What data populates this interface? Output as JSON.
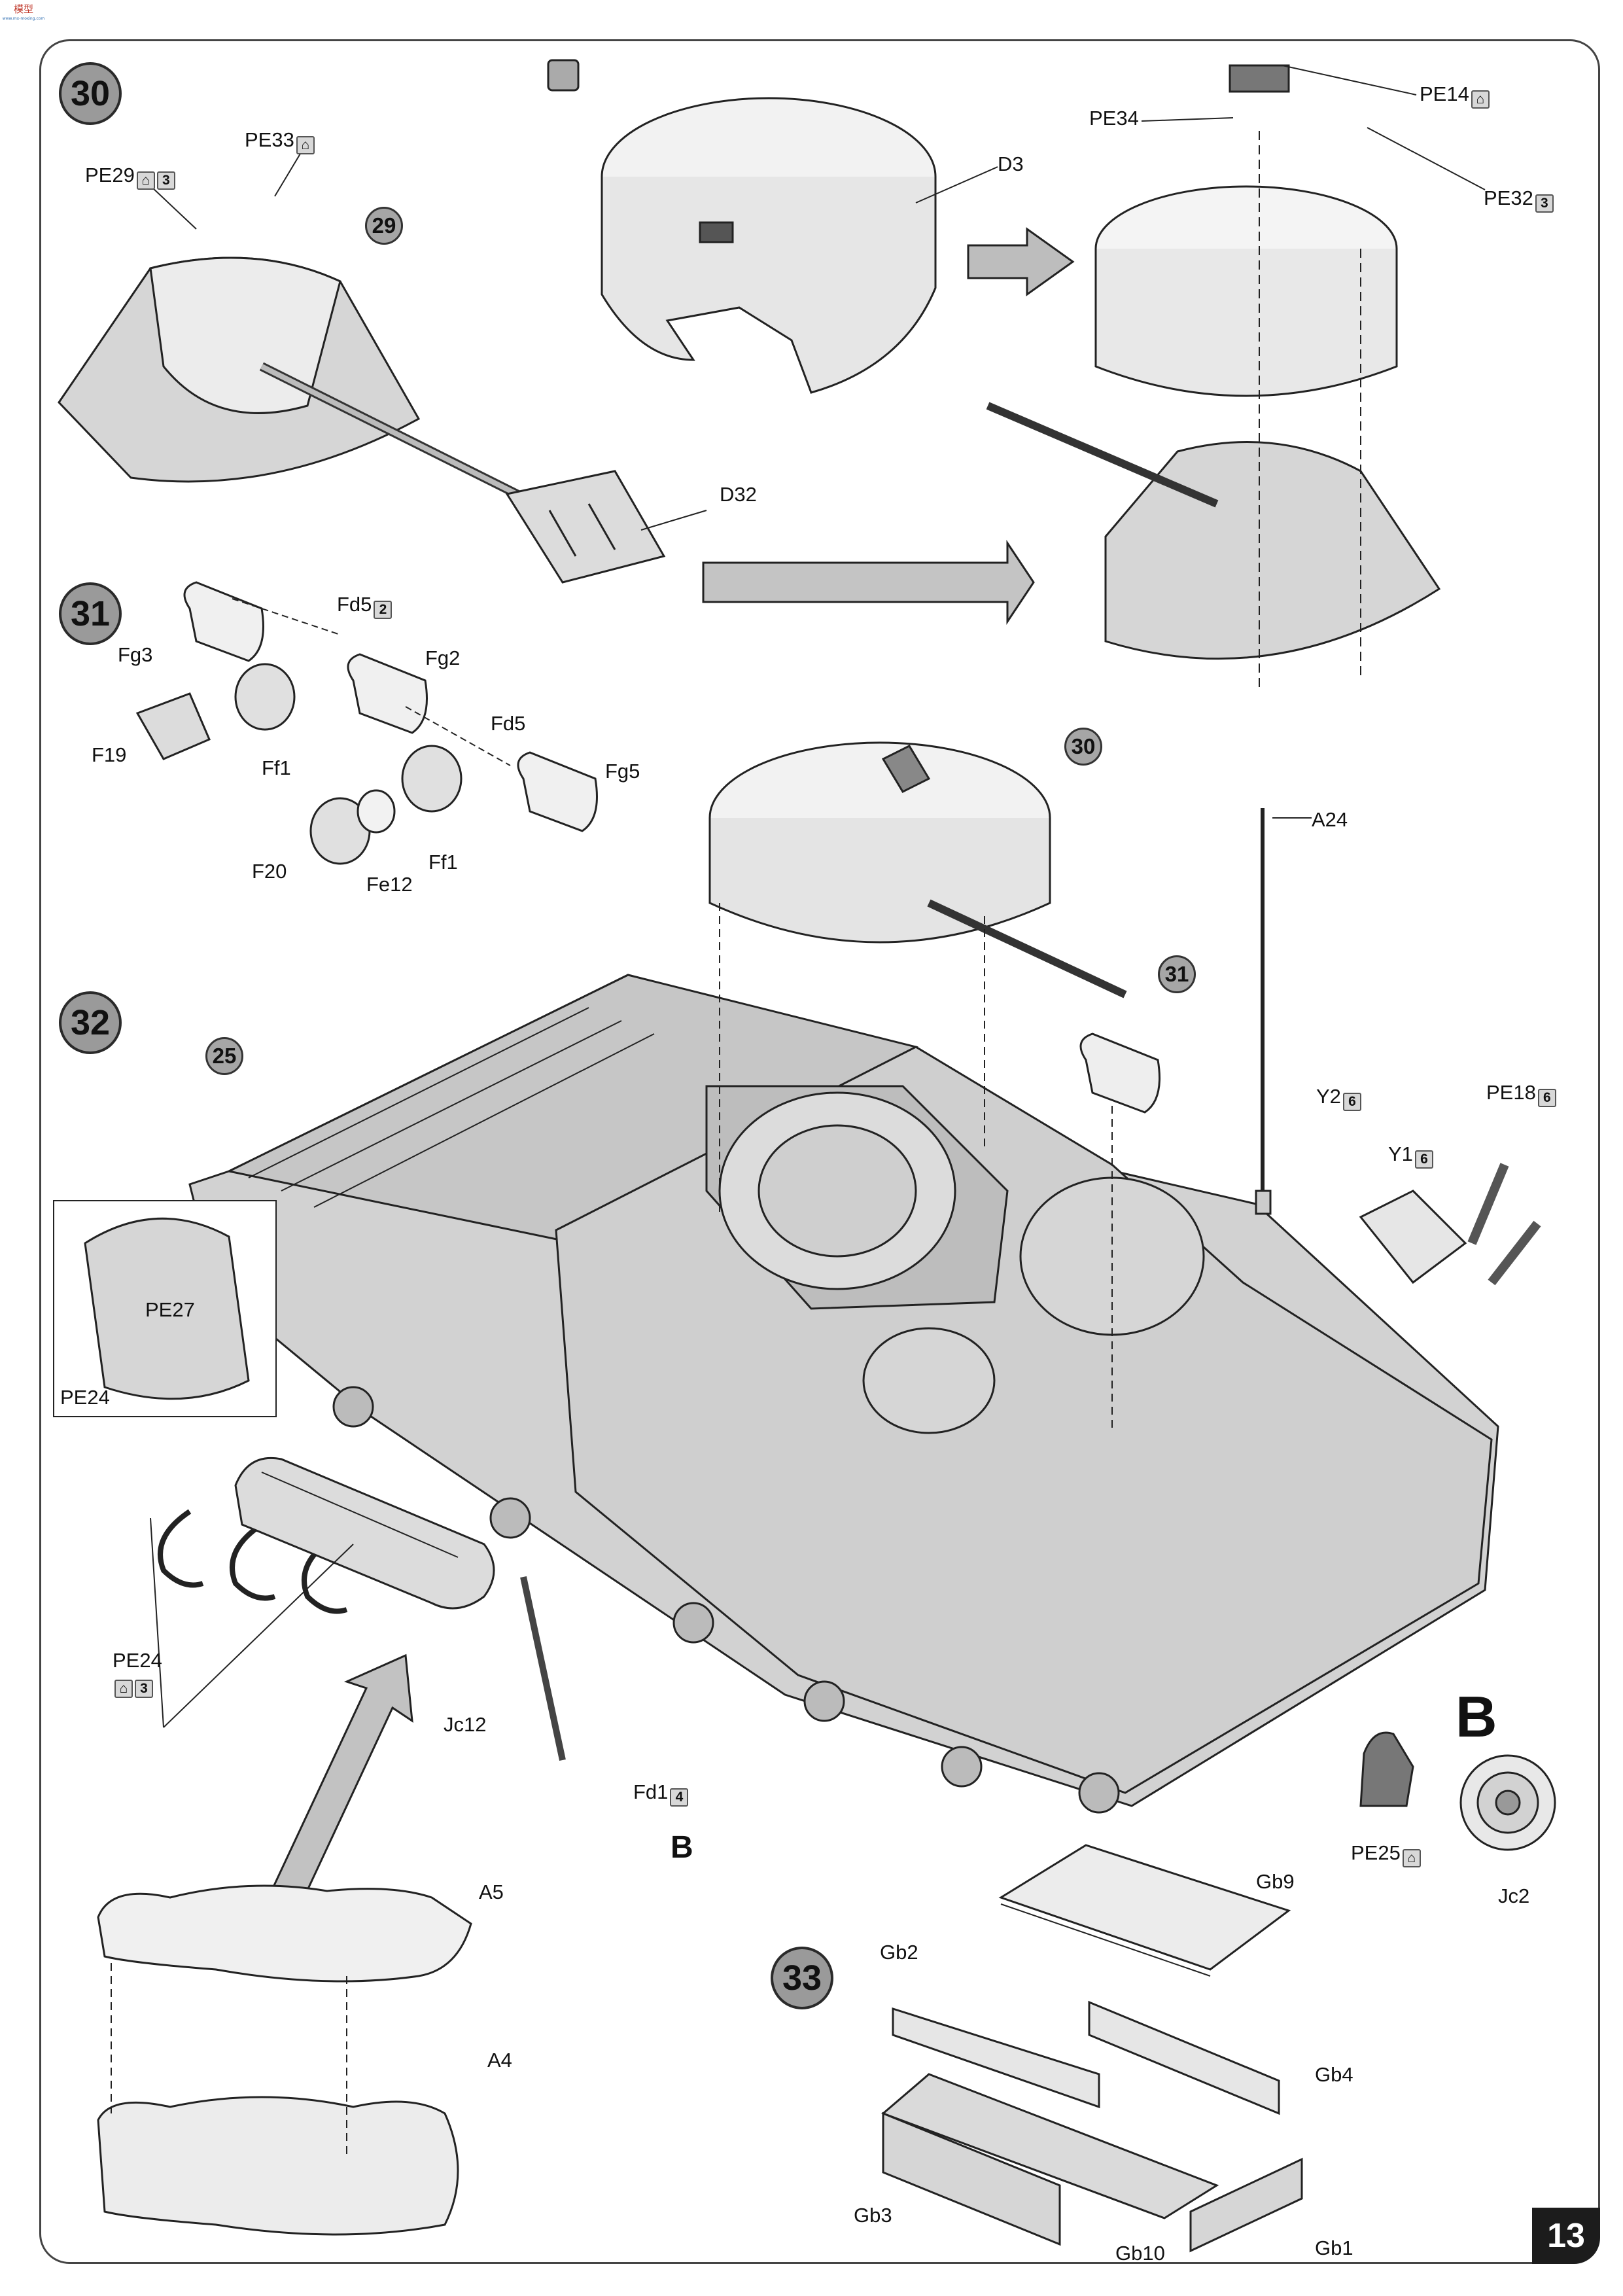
{
  "page_number": "13",
  "brand_mark": {
    "text_top": "模型",
    "text_bottom": "www.mx-moxing.com"
  },
  "steps": [
    {
      "number": "30",
      "parts": [
        "PE33",
        "PE29",
        "D3",
        "D32",
        "PE34",
        "PE14",
        "PE32"
      ],
      "subassembly_ref": "29"
    },
    {
      "number": "31",
      "parts": [
        "Fd5",
        "Fg3",
        "Fg2",
        "F19",
        "Ff1",
        "Fd5",
        "Fg5",
        "F20",
        "Fe12",
        "Ff1"
      ]
    },
    {
      "number": "32",
      "parts": [
        "A24",
        "Y2",
        "PE18",
        "Y1",
        "PE27",
        "PE24",
        "PE24",
        "Jc12",
        "Fd1",
        "A5",
        "A4"
      ],
      "subassembly_refs": [
        "25",
        "30",
        "31"
      ]
    },
    {
      "number": "33",
      "parts": [
        "Gb9",
        "Gb2",
        "Gb4",
        "Gb3",
        "Gb10",
        "Gb1"
      ]
    }
  ],
  "detail_views": {
    "letter": "B",
    "parts": [
      "PE25",
      "Jc2"
    ]
  },
  "labels": {
    "pe33": "PE33",
    "pe29": "PE29",
    "d3": "D3",
    "d32": "D32",
    "pe34": "PE34",
    "pe14": "PE14",
    "pe32": "PE32",
    "fd5_top": "Fd5",
    "fg3": "Fg3",
    "fg2": "Fg2",
    "f19": "F19",
    "ff1_a": "Ff1",
    "fd5_mid": "Fd5",
    "fg5": "Fg5",
    "f20": "F20",
    "fe12": "Fe12",
    "ff1_b": "Ff1",
    "a24": "A24",
    "y2": "Y2",
    "pe18": "PE18",
    "y1": "Y1",
    "pe27": "PE27",
    "pe24_inset": "PE24",
    "pe24": "PE24",
    "jc12": "Jc12",
    "fd1": "Fd1",
    "b_small": "B",
    "b_large": "B",
    "pe25": "PE25",
    "jc2": "Jc2",
    "a5": "A5",
    "a4": "A4",
    "gb9": "Gb9",
    "gb2": "Gb2",
    "gb4": "Gb4",
    "gb3": "Gb3",
    "gb10": "Gb10",
    "gb1": "Gb1"
  },
  "badges": {
    "pe33": "⌂",
    "pe29_a": "⌂",
    "pe29_b": "3",
    "pe14": "⌂",
    "pe32": "3",
    "fd5": "2",
    "y2": "6",
    "y1": "6",
    "pe18": "6",
    "pe24_a": "⌂",
    "pe24_b": "3",
    "fd1": "4",
    "pe25": "⌂"
  },
  "refs": {
    "r29": "29",
    "r30": "30",
    "r31": "31",
    "r25": "25"
  },
  "step_numbers": {
    "s30": "30",
    "s31": "31",
    "s32": "32",
    "s33": "33"
  }
}
